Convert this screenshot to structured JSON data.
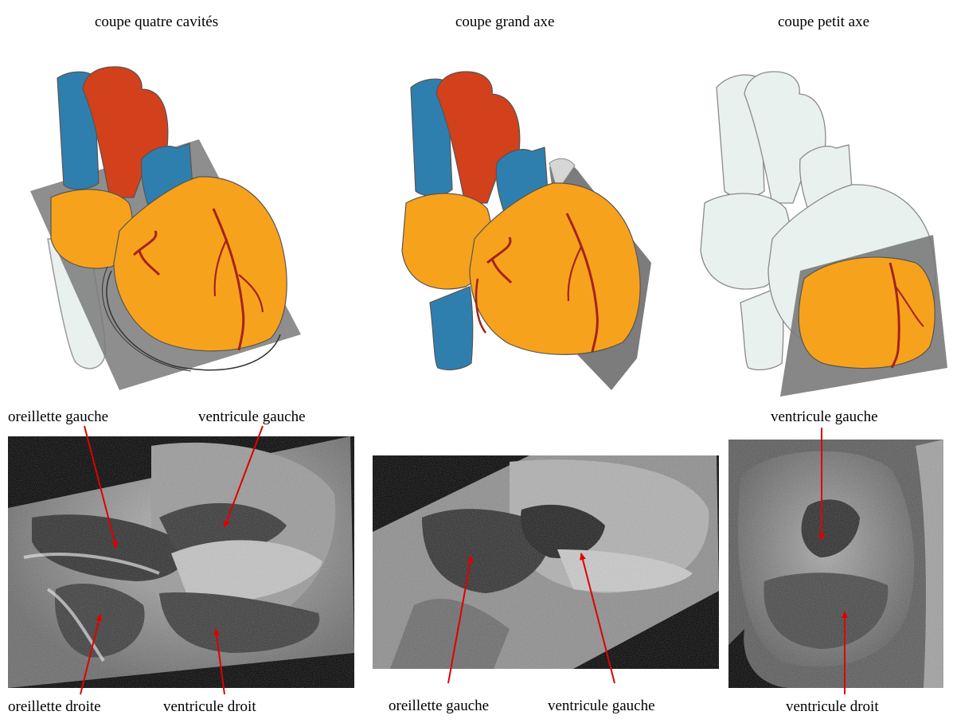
{
  "titles": {
    "four_chamber": "coupe quatre cavités",
    "long_axis": "coupe grand axe",
    "short_axis": "coupe petit axe"
  },
  "labels": {
    "p1_left_atrium": "oreillette gauche",
    "p1_left_ventricle": "ventricule gauche",
    "p1_right_atrium": "oreillette droite",
    "p1_right_ventricle": "ventricule droit",
    "p2_left_atrium": "oreillette gauche",
    "p2_left_ventricle": "ventricule gauche",
    "p3_left_ventricle": "ventricule gauche",
    "p3_right_ventricle": "ventricule droit"
  },
  "colors": {
    "aorta": "#d2401c",
    "vein": "#2f7fae",
    "myocardium": "#f7a21c",
    "plane": "#7a7a7a",
    "pale_heart": "#e9f1ef",
    "arrow": "#e00000"
  }
}
